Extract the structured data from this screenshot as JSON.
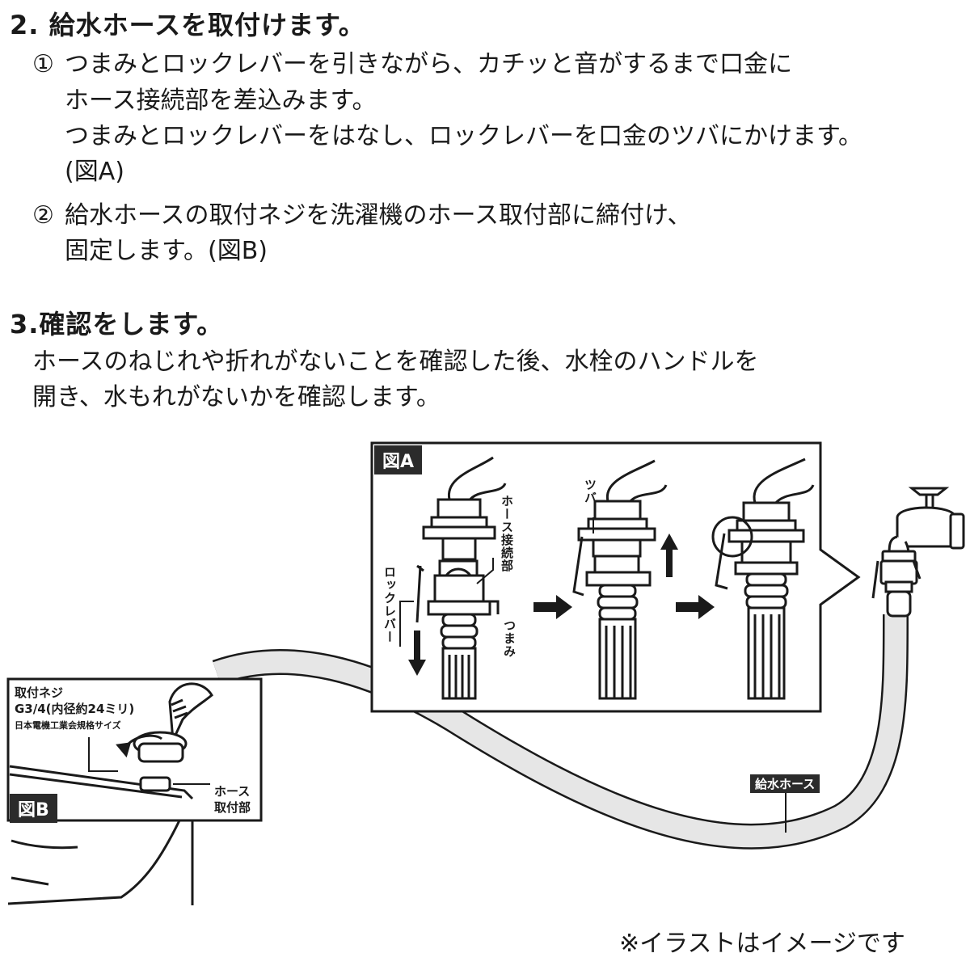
{
  "step2": {
    "heading": "2. 給水ホースを取付けます。",
    "item1": {
      "marker": "①",
      "line1": "つまみとロックレバーを引きながら、カチッと音がするまで口金に",
      "line2": "ホース接続部を差込みます。",
      "line3": "つまみとロックレバーをはなし、ロックレバーを口金のツバにかけます。",
      "line4": "(図A)"
    },
    "item2": {
      "marker": "②",
      "line1": "給水ホースの取付ネジを洗濯機のホース取付部に締付け、",
      "line2": "固定します。(図B)"
    }
  },
  "step3": {
    "heading": "3.確認をします。",
    "line1": "ホースのねじれや折れがないことを確認した後、水栓のハンドルを",
    "line2": "開き、水もれがないかを確認します。"
  },
  "figA": {
    "tag": "図A",
    "label_hose_connector": "ホース接続部",
    "label_lock_lever": "ロックレバー",
    "label_knob": "つまみ",
    "label_flange": "ツバ"
  },
  "figB": {
    "tag": "図B",
    "thread_line1": "取付ネジ",
    "thread_line2": "G3/4(内径約24ミリ)",
    "thread_line3": "日本電機工業会規格サイズ",
    "mount_line1": "ホース",
    "mount_line2": "取付部"
  },
  "supply_hose_label": "給水ホース",
  "footnote": "※イラストはイメージです",
  "colors": {
    "text": "#1a1a1a",
    "tag_bg": "#2b2b2b",
    "hose_fill": "#e6e6e6"
  }
}
